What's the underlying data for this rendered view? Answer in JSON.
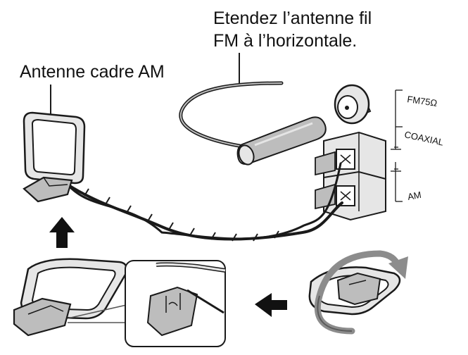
{
  "labels": {
    "fm_instruction_line1": "Etendez l’antenne fil",
    "fm_instruction_line2": "FM à l’horizontale.",
    "am_loop_antenna": "Antenne cadre AM",
    "terminal_fm75": "FM75Ω",
    "terminal_coaxial": "COAXIAL",
    "terminal_am": "AM"
  },
  "icons": {
    "arrow_up": "arrow-up-icon",
    "arrow_left": "arrow-left-icon",
    "rotate": "rotate-arrow-icon"
  },
  "colors": {
    "line": "#1a1a1a",
    "fill_light": "#e6e6e6",
    "fill_mid": "#bdbdbd",
    "fill_dark": "#8a8a8a",
    "rotate_arrow": "#8c8c8c"
  }
}
